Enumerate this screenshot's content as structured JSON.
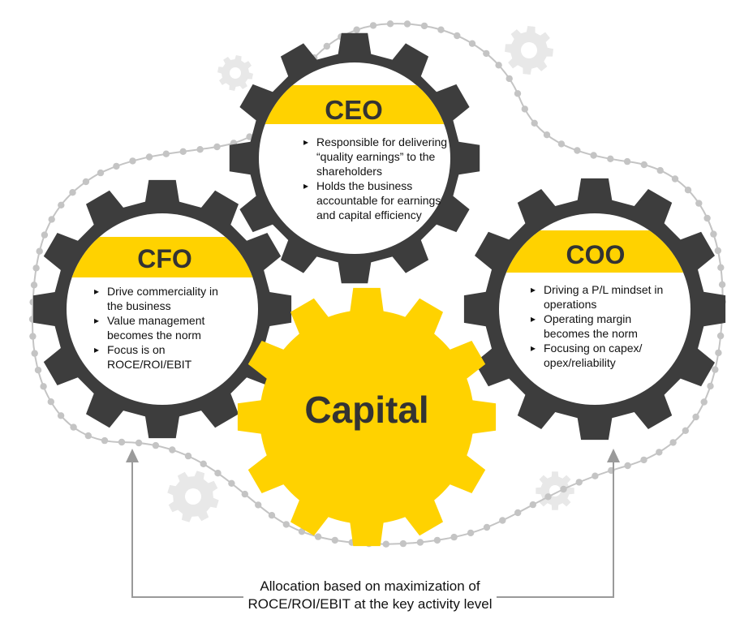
{
  "colors": {
    "gear_dark": "#3d3d3d",
    "accent_yellow": "#ffd200",
    "dots_gray": "#c4c4c4",
    "background_gear_gray": "#e8e8e8",
    "arrow_gray": "#9a9a9a"
  },
  "gears": {
    "ceo": {
      "title": "CEO",
      "bullets": [
        "Responsible for delivering “quality earnings” to the shareholders",
        "Holds the business accountable for earnings and capital efficiency"
      ]
    },
    "cfo": {
      "title": "CFO",
      "bullets": [
        "Drive commerciality in the business",
        "Value management becomes the norm",
        "Focus is on ROCE/ROI/EBIT"
      ]
    },
    "coo": {
      "title": "COO",
      "bullets": [
        "Driving a P/L mindset in operations",
        "Operating margin becomes the norm",
        "Focusing on capex/ opex/reliability"
      ]
    },
    "capital": {
      "title": "Capital"
    }
  },
  "caption": {
    "line1": "Allocation based on maximization of",
    "line2": "ROCE/ROI/EBIT at the key activity level"
  },
  "icons": [
    "gear-icon",
    "arrow-up-icon"
  ]
}
